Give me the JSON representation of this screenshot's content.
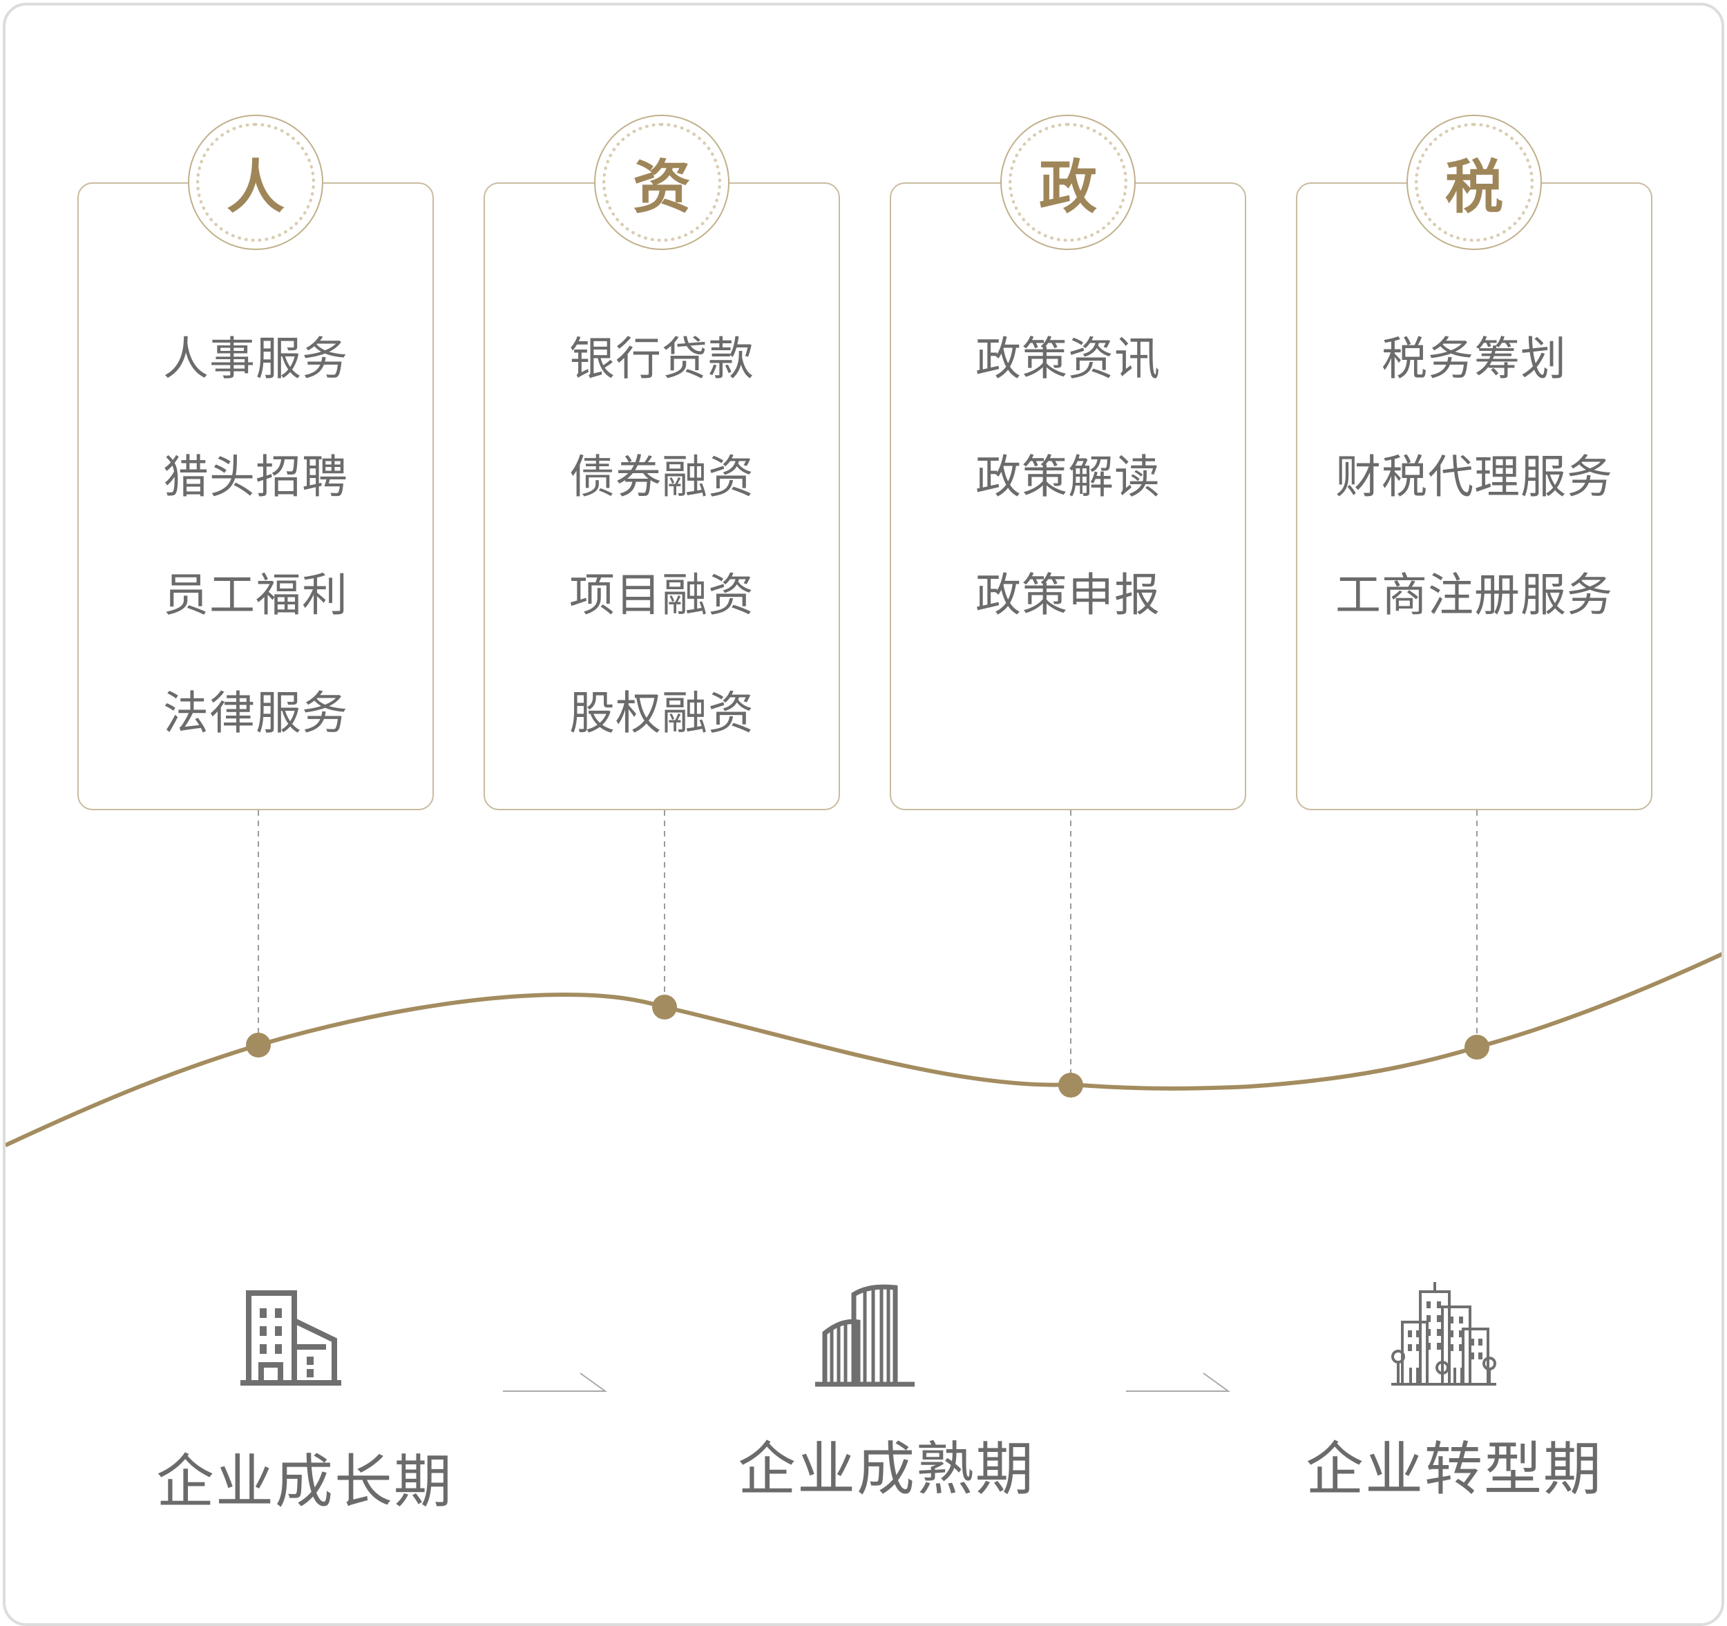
{
  "columns": [
    {
      "badge": "人",
      "items": [
        "人事服务",
        "猎头招聘",
        "员工福利",
        "法律服务"
      ]
    },
    {
      "badge": "资",
      "items": [
        "银行贷款",
        "债券融资",
        "项目融资",
        "股权融资"
      ]
    },
    {
      "badge": "政",
      "items": [
        "政策资讯",
        "政策解读",
        "政策申报"
      ]
    },
    {
      "badge": "税",
      "items": [
        "税务筹划",
        "财税代理服务",
        "工商注册服务"
      ]
    }
  ],
  "stages": [
    {
      "label": "企业成长期",
      "icon": "small-building-icon"
    },
    {
      "label": "企业成熟期",
      "icon": "tall-towers-icon"
    },
    {
      "label": "企业转型期",
      "icon": "city-skyline-icon"
    }
  ],
  "colors": {
    "accent": "#9f8659",
    "curve": "#a38c5f",
    "card_border": "#c8bb9f",
    "text": "#6b6b6b",
    "frame": "#dcdcdc"
  }
}
